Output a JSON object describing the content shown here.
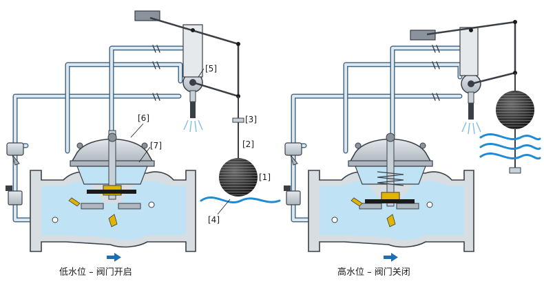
{
  "panels": [
    {
      "id": "low",
      "caption": "低水位 – 阀门开启",
      "state": "open"
    },
    {
      "id": "high",
      "caption": "高水位 – 阀门关闭",
      "state": "closed"
    }
  ],
  "callouts": {
    "float": "[1]",
    "float_rod": "[2]",
    "rod_stop": "[3]",
    "water_level": "[4]",
    "pilot_valve": "[5]",
    "cover": "[6]",
    "diaphragm": "[7]"
  },
  "colors": {
    "water": "#bfe3f5",
    "pipe_dark": "#4a6b85",
    "pipe_light": "#dce9f2",
    "metal": "#c8d0d8",
    "outline": "#3a3f46",
    "flow_arrow": "#1f6fb0",
    "wave": "#1f8ad6",
    "yellow_part": "#e0b400"
  }
}
